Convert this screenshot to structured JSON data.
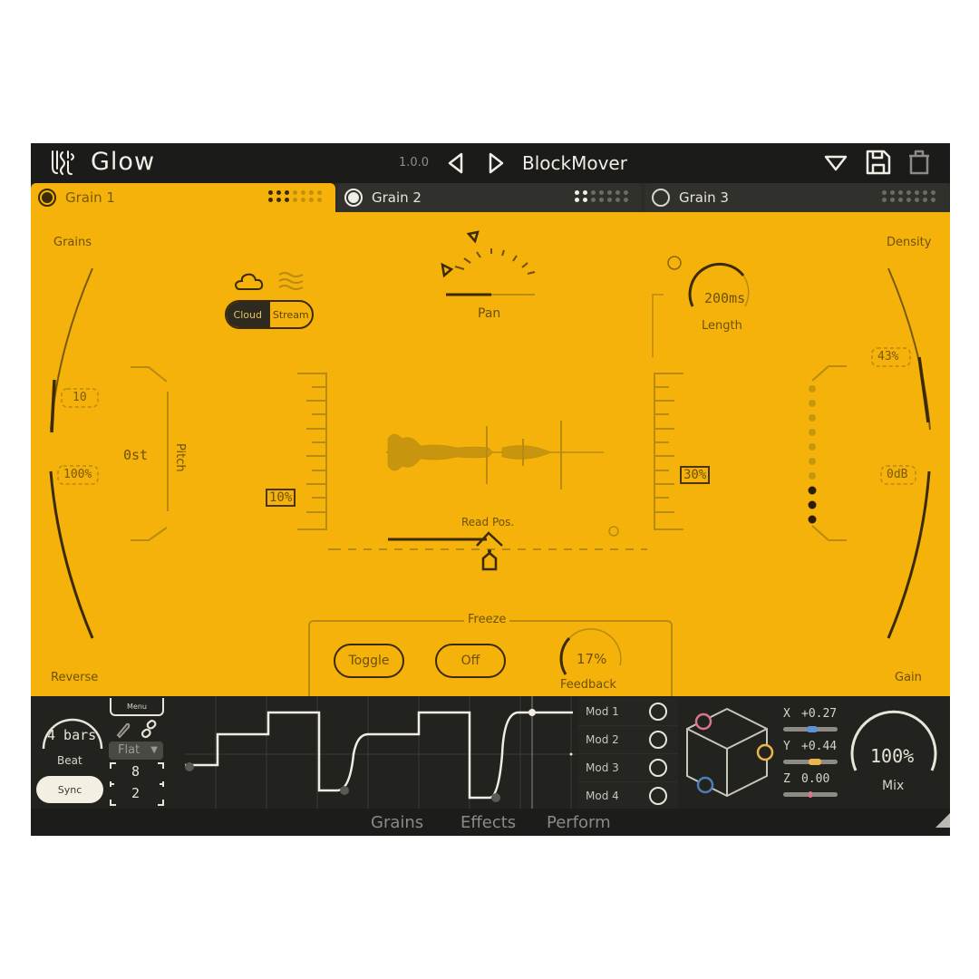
{
  "header": {
    "brand": "Glow",
    "version": "1.0.0",
    "preset_name": "BlockMover",
    "icons": [
      "logo-icon",
      "prev-preset-icon",
      "next-preset-icon",
      "dropdown-icon",
      "save-icon",
      "trash-icon"
    ]
  },
  "tabs": [
    {
      "label": "Grain 1",
      "active": true
    },
    {
      "label": "Grain 2",
      "active": false
    },
    {
      "label": "Grain 3",
      "active": false
    }
  ],
  "grain": {
    "grains_label": "Grains",
    "grains_value": "10",
    "reverse_label": "Reverse",
    "reverse_value": "100%",
    "pitch_label": "Pitch",
    "pitch_value": "0st",
    "mode_options": [
      "Cloud",
      "Stream"
    ],
    "mode_selected": "Cloud",
    "pan_label": "Pan",
    "length_label": "Length",
    "length_value": "200ms",
    "left_scale_value": "10%",
    "right_scale_value": "30%",
    "read_pos_label": "Read Pos.",
    "density_label": "Density",
    "density_value": "43%",
    "gain_label": "Gain",
    "gain_value": "0dB",
    "freeze": {
      "title": "Freeze",
      "toggle_label": "Toggle",
      "off_label": "Off",
      "feedback_value": "17%",
      "feedback_label": "Feedback"
    }
  },
  "modulation": {
    "beat_value": "4 bars",
    "beat_label": "Beat",
    "sync_label": "Sync",
    "menu_label": "Menu",
    "curve_type": "Flat",
    "numerator": "8",
    "denominator": "2",
    "mods": [
      "Mod 1",
      "Mod 2",
      "Mod 3",
      "Mod 4"
    ],
    "xyz": {
      "x_label": "X",
      "x_value": "+0.27",
      "y_label": "Y",
      "y_value": "+0.44",
      "z_label": "Z",
      "z_value": "0.00"
    },
    "mix_value": "100%",
    "mix_label": "Mix",
    "colors": {
      "pink": "#d9768a",
      "yellow": "#e8b64a",
      "blue": "#4d7fb8"
    }
  },
  "bottom_tabs": [
    "Grains",
    "Effects",
    "Perform"
  ],
  "colors": {
    "accent": "#f4b20a",
    "dark": "#1f1f1d",
    "ink": "#3b2a04"
  }
}
